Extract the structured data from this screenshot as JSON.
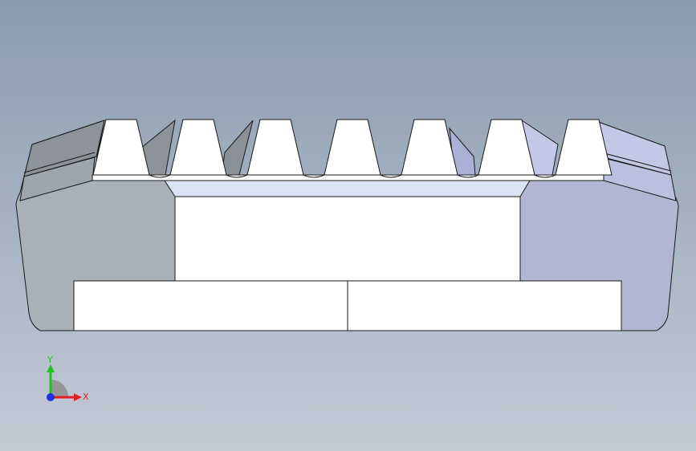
{
  "viewport": {
    "background_top": "#8a9bb0",
    "background_bottom": "#c4cad6"
  },
  "model": {
    "tooth_count": 7,
    "colors": {
      "tooth_face": "#ffffff",
      "edge": "#1a1a1a",
      "left_side": "#a9b0b6",
      "left_bevel": "#8d9399",
      "right_side": "#b3b6d3",
      "right_bevel": "#c4c8e6",
      "groove_light": "#dde3f6",
      "bottom_face": "#ffffff"
    }
  },
  "triad": {
    "x_label": "X",
    "y_label": "Y",
    "x_color": "#e02020",
    "y_color": "#20c020",
    "z_color": "#2030e0"
  }
}
